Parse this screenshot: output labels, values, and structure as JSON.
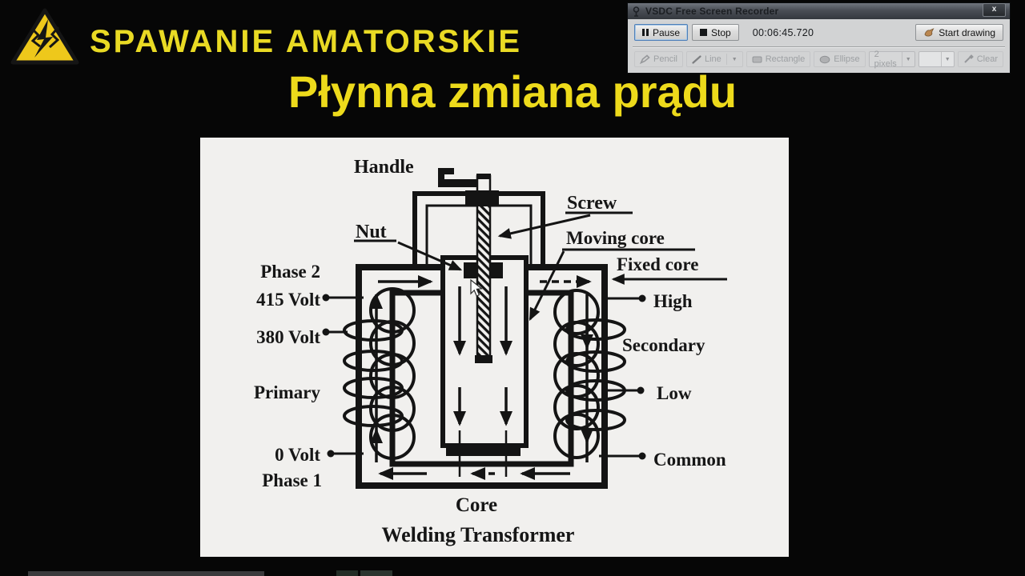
{
  "branding": {
    "channel": "SPAWANIE AMATORSKIE",
    "video_title": "Płynna zmiana prądu"
  },
  "recorder": {
    "window_title": "VSDC Free Screen Recorder",
    "close": "x",
    "pause": "Pause",
    "stop": "Stop",
    "timer": "00:06:45.720",
    "start_drawing": "Start drawing",
    "pencil": "Pencil",
    "line": "Line",
    "rectangle": "Rectangle",
    "ellipse": "Ellipse",
    "thickness": "2 pixels",
    "clear": "Clear"
  },
  "diagram": {
    "handle": "Handle",
    "screw": "Screw",
    "nut": "Nut",
    "moving_core": "Moving core",
    "fixed_core": "Fixed core",
    "phase2": "Phase 2",
    "v415": "415 Volt",
    "v380": "380 Volt",
    "primary": "Primary",
    "v0": "0 Volt",
    "phase1": "Phase 1",
    "high": "High",
    "secondary": "Secondary",
    "low": "Low",
    "common": "Common",
    "core": "Core",
    "caption": "Welding Transformer"
  },
  "icons": {
    "logo": "high-voltage-warning-triangle",
    "pause": "pause-bars",
    "stop": "stop-square",
    "close": "x",
    "start_drawing": "hand-brush",
    "dropdown": "▼"
  },
  "colors": {
    "accent_yellow": "#edda1b",
    "panel_bg": "#f1f0ee",
    "ink": "#161616",
    "background": "#060606",
    "recorder_body": "#d2d3d4"
  }
}
